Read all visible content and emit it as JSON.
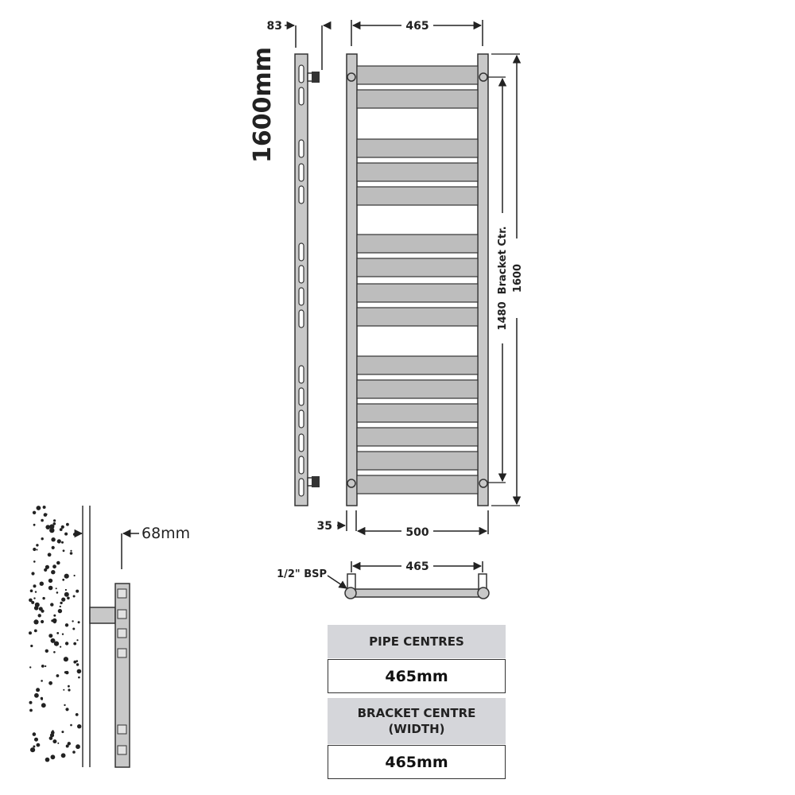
{
  "dimensions": {
    "height_title": "1600mm",
    "depth": "83",
    "top_width": "465",
    "bracket_ctr_label": "1480  Bracket Ctr.",
    "overall_height": "1600",
    "offset": "35",
    "overall_width": "500",
    "wall_gap": "68mm",
    "bsp_label": "1/2\" BSP",
    "bottom_pipe_width": "465"
  },
  "specs": {
    "pipe_centres_label": "PIPE CENTRES",
    "pipe_centres_value": "465mm",
    "bracket_centre_label_line1": "BRACKET CENTRE",
    "bracket_centre_label_line2": "(WIDTH)",
    "bracket_centre_value": "465mm"
  },
  "colors": {
    "metal": "#c8c8c8",
    "bar": "#bdbdbd",
    "outline": "#333333",
    "table_header": "#d5d6da"
  }
}
